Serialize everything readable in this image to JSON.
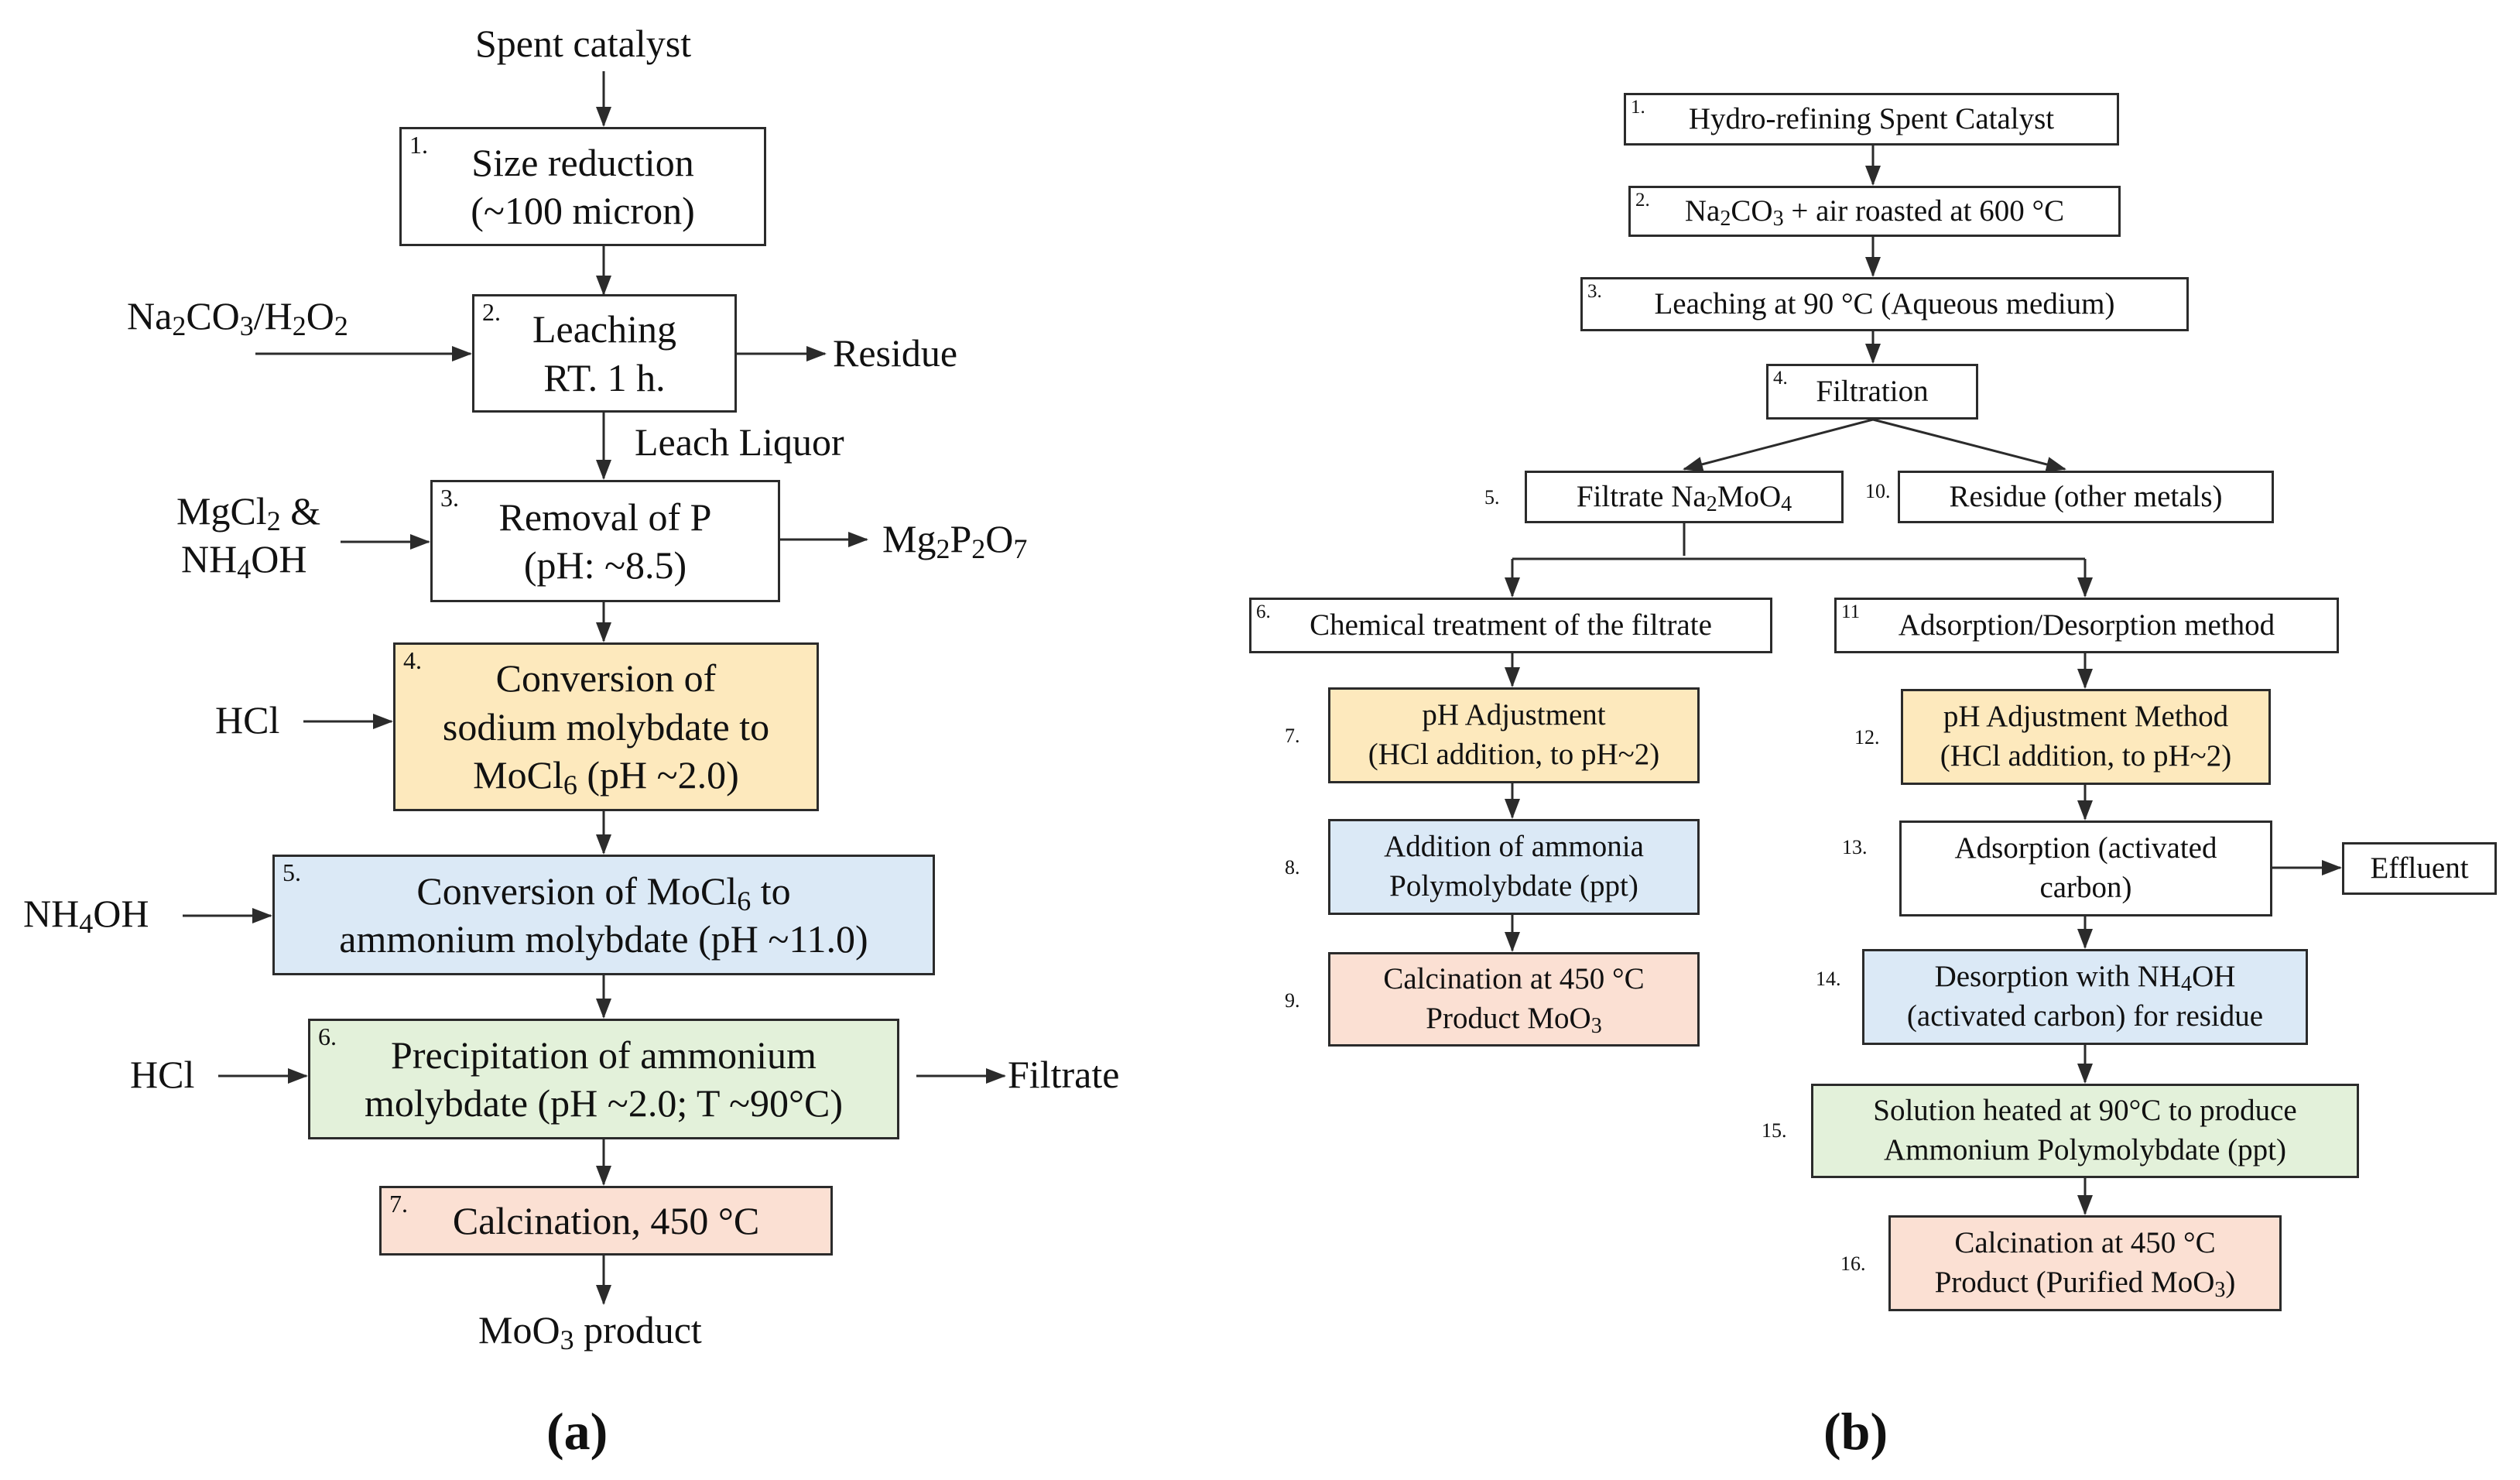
{
  "colors": {
    "stroke": "#2b2b2b",
    "yellow": "#fde9bd",
    "blue": "#dbe9f6",
    "green": "#e3f1da",
    "salmon": "#fbe0d3"
  },
  "a": {
    "input": "Spent catalyst",
    "b1": {
      "num": "1.",
      "lines": [
        "Size reduction",
        "(~100 micron)"
      ]
    },
    "b2": {
      "num": "2.",
      "lines": [
        "Leaching",
        "RT. 1 h."
      ]
    },
    "b3": {
      "num": "3.",
      "lines": [
        "Removal of P",
        "(pH: ~8.5)"
      ]
    },
    "b4": {
      "num": "4.",
      "lines": [
        "Conversion of",
        "sodium molybdate to",
        "MoCl6 (pH ~2.0)"
      ]
    },
    "b5": {
      "num": "5.",
      "lines": [
        "Conversion of MoCl6 to",
        "ammonium molybdate (pH ~11.0)"
      ]
    },
    "b6": {
      "num": "6.",
      "lines": [
        "Precipitation of ammonium",
        "molybdate (pH ~2.0; T ~90°C)"
      ]
    },
    "b7": {
      "num": "7.",
      "lines": [
        "Calcination, 450 °C"
      ]
    },
    "reagent_leach": "Na2CO3/H2O2",
    "out_residue": "Residue",
    "leach_liquor": "Leach Liquor",
    "reagent_p": [
      "MgCl2 &",
      "NH4OH"
    ],
    "out_p": "Mg2P2O7",
    "reagent_hcl1": "HCl",
    "reagent_nh4oh": "NH4OH",
    "reagent_hcl2": "HCl",
    "out_filtrate": "Filtrate",
    "product": "MoO3 product",
    "caption": "(a)"
  },
  "b": {
    "b1": {
      "num": "1.",
      "lines": [
        "Hydro-refining Spent Catalyst"
      ]
    },
    "b2": {
      "num": "2.",
      "lines": [
        "Na2CO3 + air roasted at 600 °C"
      ]
    },
    "b3": {
      "num": "3.",
      "lines": [
        "Leaching at 90 °C (Aqueous medium)"
      ]
    },
    "b4": {
      "num": "4.",
      "lines": [
        "Filtration"
      ]
    },
    "b5": {
      "lines": [
        "Filtrate Na2MoO4"
      ]
    },
    "s5": "5.",
    "b10": {
      "lines": [
        "Residue (other metals)"
      ]
    },
    "s10": "10.",
    "b6": {
      "num": "6.",
      "lines": [
        "Chemical treatment of the filtrate"
      ]
    },
    "b11": {
      "num": "11",
      "lines": [
        "Adsorption/Desorption method"
      ]
    },
    "b7": {
      "lines": [
        "pH Adjustment",
        "(HCl addition, to pH~2)"
      ]
    },
    "s7": "7.",
    "b8": {
      "lines": [
        "Addition of ammonia",
        "Polymolybdate (ppt)"
      ]
    },
    "s8": "8.",
    "b9": {
      "lines": [
        "Calcination at 450 °C",
        "Product MoO3"
      ]
    },
    "s9": "9.",
    "b12": {
      "lines": [
        "pH Adjustment Method",
        "(HCl addition, to pH~2)"
      ]
    },
    "s12": "12.",
    "b13": {
      "lines": [
        "Adsorption (activated",
        "carbon)"
      ]
    },
    "s13": "13.",
    "effluent": "Effluent",
    "b14": {
      "lines": [
        "Desorption with NH4OH",
        "(activated carbon) for residue"
      ]
    },
    "s14": "14.",
    "b15": {
      "lines": [
        "Solution heated at 90°C to produce",
        "Ammonium Polymolybdate (ppt)"
      ]
    },
    "s15": "15.",
    "b16": {
      "lines": [
        "Calcination at 450 °C",
        "Product (Purified MoO3)"
      ]
    },
    "s16": "16.",
    "caption": "(b)"
  }
}
